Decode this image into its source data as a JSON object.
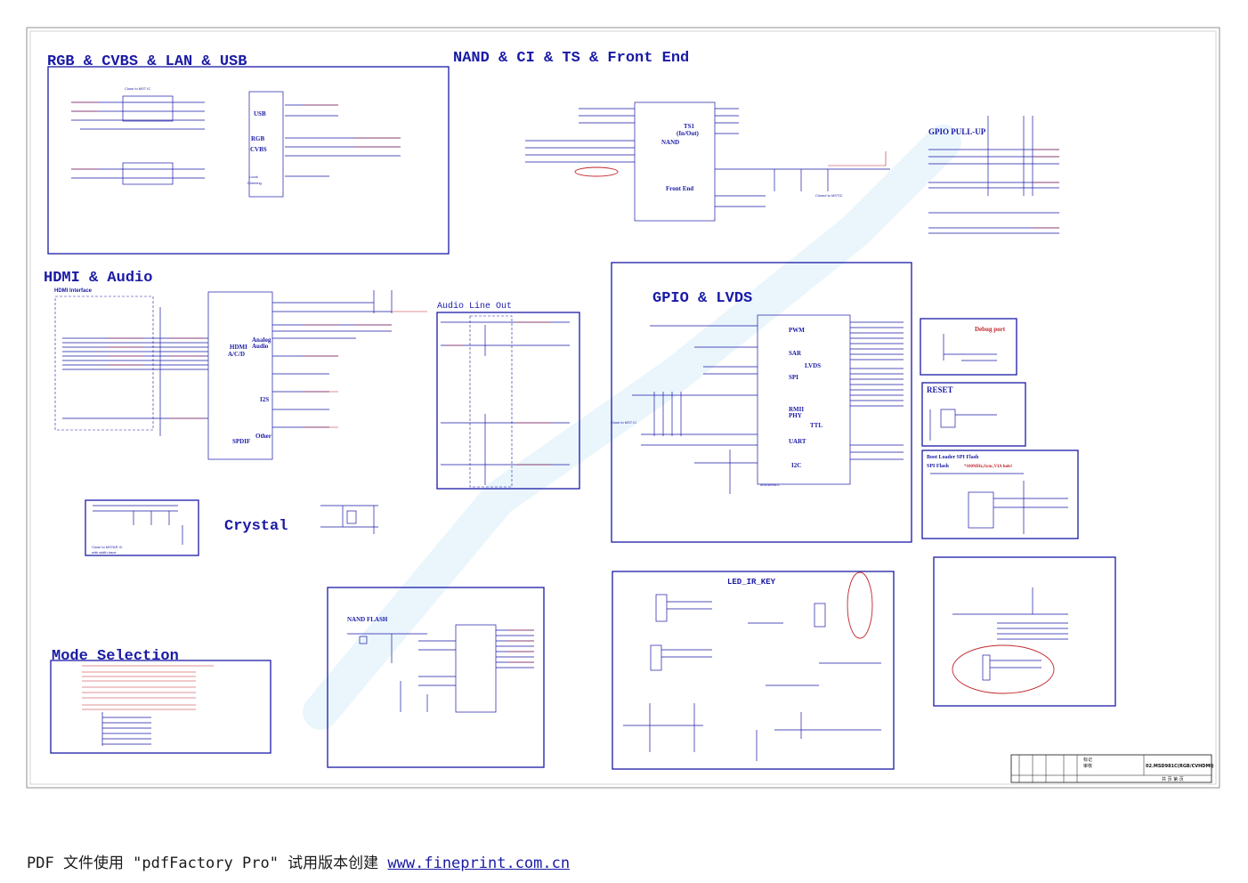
{
  "sections": {
    "rgb": "RGB & CVBS & LAN & USB",
    "nand_ci": "NAND & CI & TS & Front End",
    "hdmi": "HDMI & Audio",
    "gpio_lvds": "GPIO & LVDS",
    "crystal": "Crystal",
    "mode": "Mode Selection",
    "audio_line_out": "Audio Line Out",
    "led_ir": "LED_IR_KEY",
    "nand_flash": "NAND FLASH",
    "gpio_pullup": "GPIO PULL-UP",
    "debug": "Debug port",
    "reset": "RESET",
    "boot_loader": "Boot Loader SPI Flash",
    "spi_flash": "SPI Flash",
    "spi_note": "*100MHz,Sync,VIA hole!",
    "hdmi_interface": "HDMI Interface"
  },
  "labels": {
    "close_mst": "Close to MST IC",
    "close_mstar": "Close to MSTAR IC",
    "with_width": "with width trace",
    "closed_to_mstic": "Closed to MSTIC",
    "usb": "USB",
    "rgb_blk": "RGB",
    "cvbs": "CVBS",
    "local": "Local",
    "dimming": "Dimming",
    "ts1": "TS1",
    "in_out": "(In/Out)",
    "nand": "NAND",
    "front_end": "Front End",
    "hdmi_ad": "HDMI",
    "ad": "A/C/D",
    "analog": "Analog",
    "audio": "Audio",
    "i2s": "I2S",
    "other": "Other",
    "spdif": "SPDIF",
    "pwm": "PWM",
    "sar": "SAR",
    "spi": "SPI",
    "lvds": "LVDS",
    "rmii": "RMII",
    "phy": "PHY",
    "ttl": "TTL",
    "uart": "UART",
    "i2c": "I2C",
    "chip": "MSD6I981C"
  },
  "title_block": {
    "drawing": "02.MSD981C(RGB/CVHDMI)",
    "row1": "标记",
    "row2": "审核",
    "page": "共 页 第 页"
  },
  "footer": {
    "prefix": "PDF 文件使用 \"pdfFactory Pro\" 试用版本创建 ",
    "link": "www.fineprint.com.cn"
  }
}
